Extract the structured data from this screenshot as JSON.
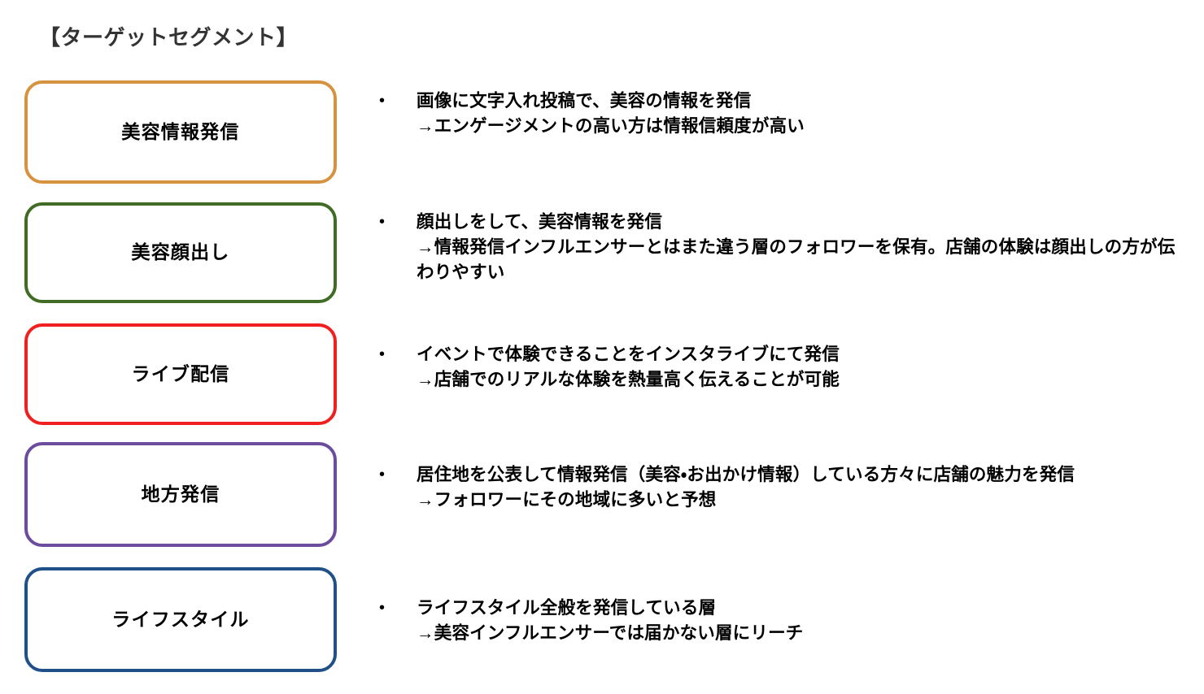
{
  "slide": {
    "title": "【ターゲットセグメント】",
    "title_color": "#333333",
    "background": "#ffffff"
  },
  "segments": [
    {
      "label": "美容情報発信",
      "border_color": "#D6933F",
      "bullet": "•",
      "description": "画像に文字入れ投稿で、美容の情報を発信\n→エンゲージメントの高い方は情報信頼度が高い"
    },
    {
      "label": "美容顔出し",
      "border_color": "#416C25",
      "bullet": "•",
      "description": "顔出しをして、美容情報を発信\n→情報発信インフルエンサーとはまた違う層のフォロワーを保有。店舗の体験は顔出しの方が伝わりやすい"
    },
    {
      "label": "ライブ配信",
      "border_color": "#F02020",
      "bullet": "•",
      "description": "イベントで体験できることをインスタライブにて発信\n→店舗でのリアルな体験を熱量高く伝えることが可能"
    },
    {
      "label": "地方発信",
      "border_color": "#6B4C9D",
      "bullet": "•",
      "description": "居住地を公表して情報発信（美容・お出かけ情報）している方々に店舗の魅力を発信\n→フォロワーにその地域に多いと予想"
    },
    {
      "label": "ライフスタイル",
      "border_color": "#1F5088",
      "bullet": "•",
      "description": "ライフスタイル全般を発信している層\n→美容インフルエンサーでは届かない層にリーチ"
    }
  ]
}
